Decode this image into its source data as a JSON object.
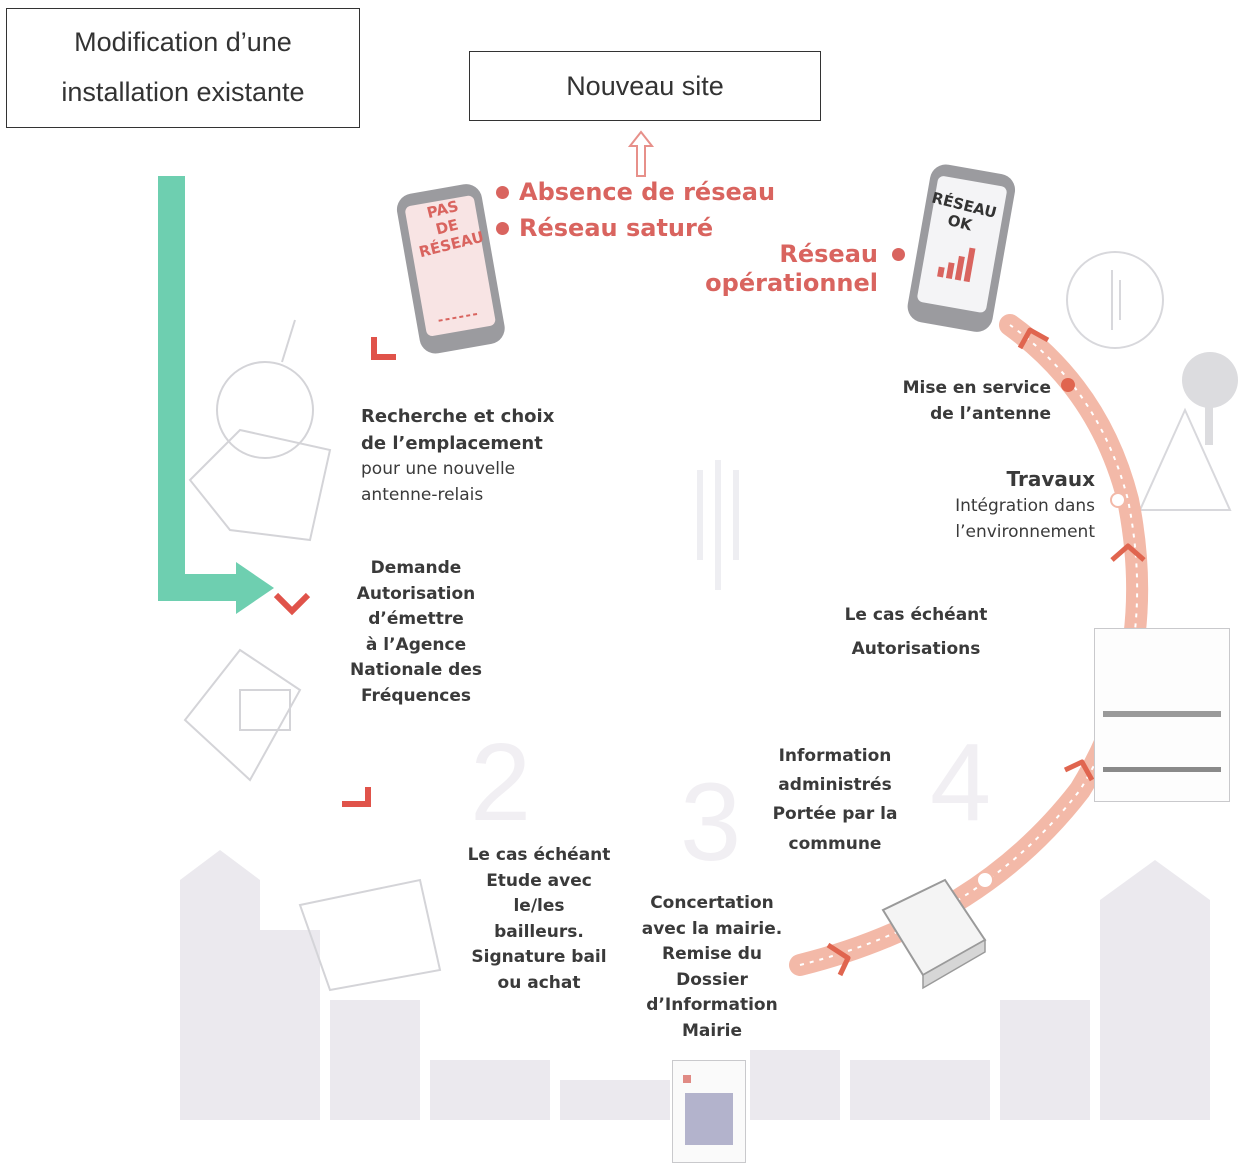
{
  "header": {
    "box_modification_line1": "Modification d’une",
    "box_modification_line2": "installation existante",
    "box_nouveau_site": "Nouveau site"
  },
  "phones": {
    "left_screen_line1": "PAS",
    "left_screen_line2": "DE",
    "left_screen_line3": "RÉSEAU",
    "right_screen_line1": "RÉSEAU",
    "right_screen_line2": "OK"
  },
  "status": {
    "absence": "Absence de réseau",
    "sature": "Réseau saturé",
    "operationnel_line1": "Réseau",
    "operationnel_line2": "opérationnel"
  },
  "steps": {
    "recherche_title_line1": "Recherche et choix",
    "recherche_title_line2": "de l’emplacement",
    "recherche_sub_line1": "pour une nouvelle",
    "recherche_sub_line2": "antenne-relais",
    "demande_line1": "Demande",
    "demande_line2": "Autorisation",
    "demande_line3": "d’émettre",
    "demande_line4": "à l’Agence",
    "demande_line5": "Nationale des",
    "demande_line6": "Fréquences",
    "bailleur_line1": "Le cas échéant",
    "bailleur_line2": "Etude avec",
    "bailleur_line3": "le/les",
    "bailleur_line4": "bailleurs.",
    "bailleur_line5": "Signature bail",
    "bailleur_line6": "ou achat",
    "concertation_line1": "Concertation",
    "concertation_line2": "avec la mairie.",
    "concertation_line3": "Remise du",
    "concertation_line4": "Dossier",
    "concertation_line5": "d’Information",
    "concertation_line6": "Mairie",
    "information_line1": "Information",
    "information_line2": "administrés",
    "information_line3": "Portée par la",
    "information_line4": "commune",
    "autorisations_line1": "Le cas échéant",
    "autorisations_line2": "Autorisations",
    "travaux_title": "Travaux",
    "travaux_sub_line1": "Intégration dans",
    "travaux_sub_line2": "l’environnement",
    "mise_line1": "Mise en service",
    "mise_line2": "de l’antenne"
  },
  "colors": {
    "accent_red": "#d9645f",
    "arrow_green": "#6ecfb0",
    "cycle_band": "#f2b4a2",
    "faded_gray": "#e4e4e8"
  }
}
